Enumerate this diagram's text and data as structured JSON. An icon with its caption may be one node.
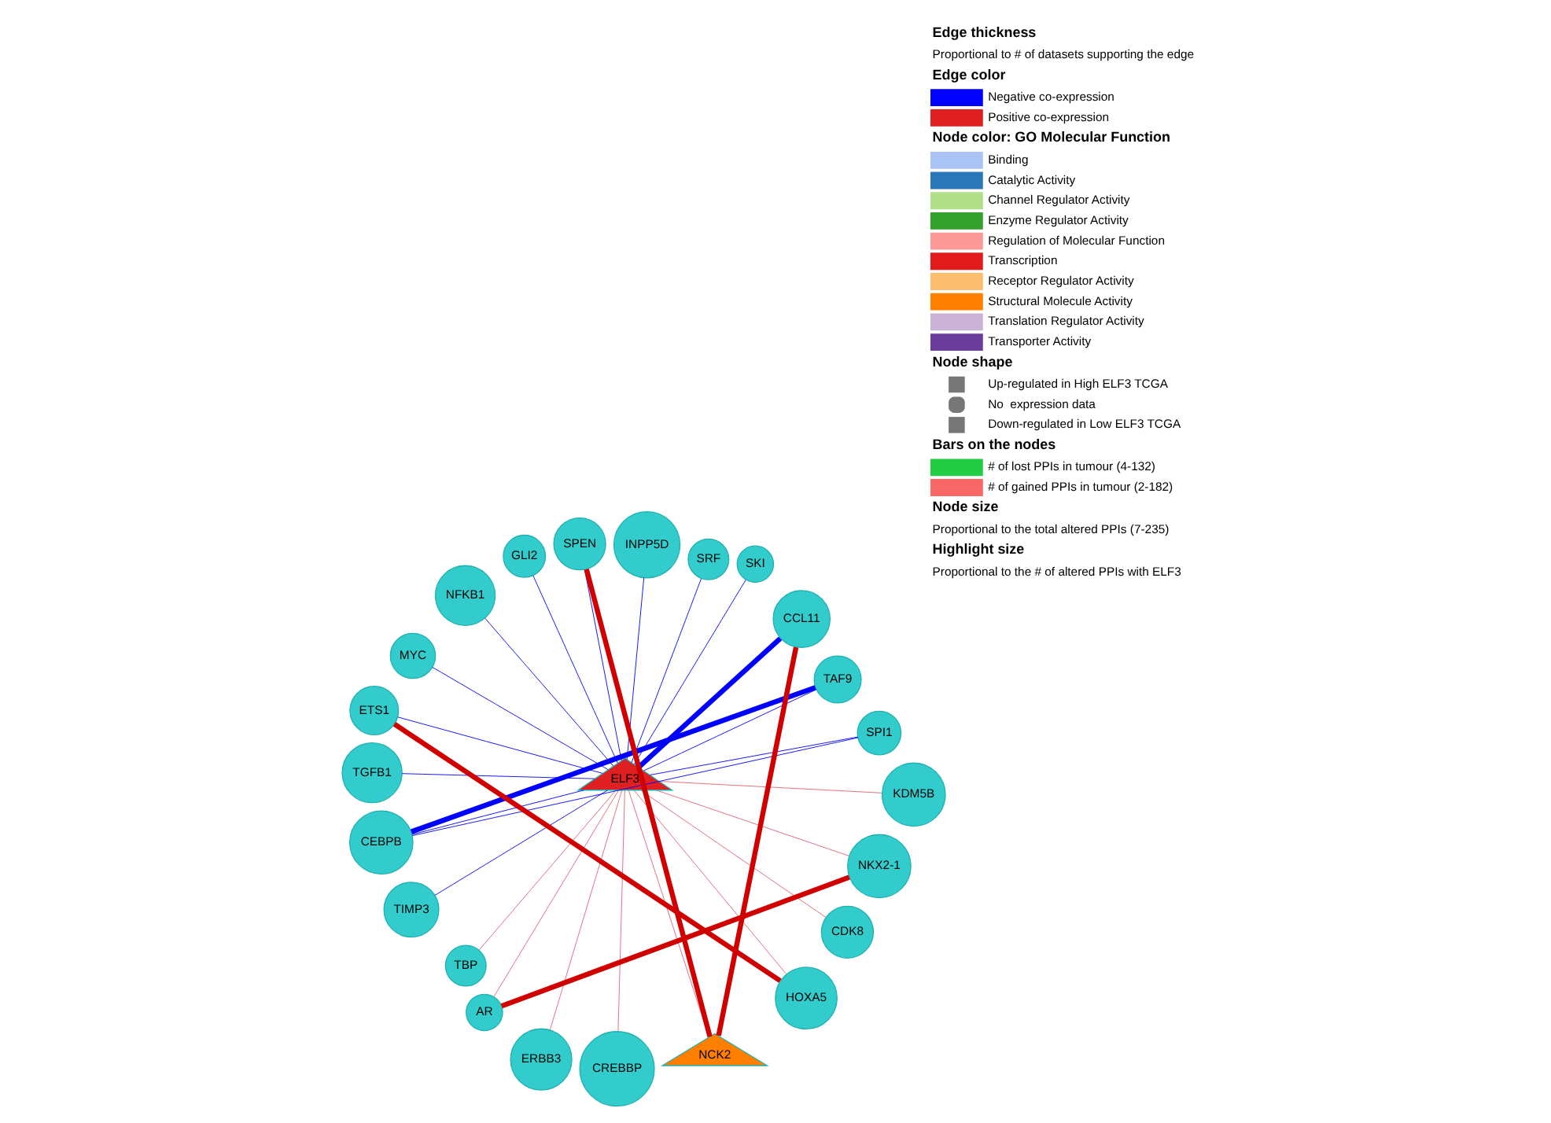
{
  "diagram": {
    "nodes": [
      {
        "text": [
          "ELF3"
        ]
      },
      {
        "text": [
          "SPI1"
        ]
      },
      {
        "text": [
          "TAF9"
        ]
      },
      {
        "text": [
          "CCL11"
        ]
      },
      {
        "text": [
          "SKI"
        ]
      },
      {
        "text": [
          "SRF"
        ]
      },
      {
        "text": [
          "INPP5D"
        ]
      },
      {
        "text": [
          "SPEN"
        ]
      },
      {
        "text": [
          "GLI2"
        ]
      },
      {
        "text": [
          "NFKB1"
        ]
      },
      {
        "text": [
          "MYC"
        ]
      },
      {
        "text": [
          "ETS1"
        ]
      },
      {
        "text": [
          "TGFB1"
        ]
      },
      {
        "text": [
          "CEBPB"
        ]
      },
      {
        "text": [
          "TIMP3"
        ]
      },
      {
        "text": [
          "TBP"
        ]
      },
      {
        "text": [
          "AR"
        ]
      },
      {
        "text": [
          "ERBB3"
        ]
      },
      {
        "text": [
          "CREBBP"
        ]
      },
      {
        "text": [
          "NCK2"
        ]
      },
      {
        "text": [
          "HOXA5"
        ]
      },
      {
        "text": [
          "CDK8"
        ]
      },
      {
        "text": [
          "NKX2-1"
        ]
      },
      {
        "text": [
          "KDM5B"
        ]
      }
    ],
    "edges": [
      {
        "from": 0,
        "to": 1,
        "arrow": "none",
        "color": "#0000ff"
      },
      {
        "from": 0,
        "to": 2,
        "arrow": "none",
        "color": "#0000ff"
      },
      {
        "from": 0,
        "to": 3,
        "arrow": "none",
        "color": "#0000ff",
        "style": "thick"
      },
      {
        "from": 0,
        "to": 4,
        "arrow": "none",
        "color": "#0000ff"
      },
      {
        "from": 0,
        "to": 5,
        "arrow": "none",
        "color": "#0000ff"
      },
      {
        "from": 0,
        "to": 6,
        "arrow": "none",
        "color": "#0000ff"
      },
      {
        "from": 0,
        "to": 7,
        "arrow": "none",
        "color": "#0000ff"
      },
      {
        "from": 0,
        "to": 8,
        "arrow": "none",
        "color": "#0000ff"
      },
      {
        "from": 0,
        "to": 9,
        "arrow": "none",
        "color": "#0000ff"
      },
      {
        "from": 0,
        "to": 10,
        "arrow": "none",
        "color": "#0000ff"
      },
      {
        "from": 0,
        "to": 11,
        "arrow": "none",
        "color": "#0000ff"
      },
      {
        "from": 0,
        "to": 12,
        "arrow": "none",
        "color": "#0000ff"
      },
      {
        "from": 0,
        "to": 13,
        "arrow": "none",
        "color": "#0000ff"
      },
      {
        "from": 0,
        "to": 14,
        "arrow": "none",
        "color": "#0000ff"
      },
      {
        "from": 0,
        "to": 15,
        "arrow": "none",
        "color": "#e06070"
      },
      {
        "from": 0,
        "to": 16,
        "arrow": "none",
        "color": "#e06070"
      },
      {
        "from": 0,
        "to": 17,
        "arrow": "none",
        "color": "#e06070"
      },
      {
        "from": 0,
        "to": 18,
        "arrow": "none",
        "color": "#e06070"
      },
      {
        "from": 0,
        "to": 19,
        "arrow": "none",
        "color": "#e06070"
      },
      {
        "from": 0,
        "to": 20,
        "arrow": "none",
        "color": "#e06070"
      },
      {
        "from": 0,
        "to": 21,
        "arrow": "none",
        "color": "#e06070"
      },
      {
        "from": 0,
        "to": 22,
        "arrow": "none",
        "color": "#e06070"
      },
      {
        "from": 0,
        "to": 23,
        "arrow": "none",
        "color": "#e06070"
      },
      {
        "from": 3,
        "to": 19,
        "arrow": "none",
        "color": "#d00000",
        "style": "thick"
      },
      {
        "from": 7,
        "to": 19,
        "arrow": "none",
        "color": "#d00000",
        "style": "thick"
      },
      {
        "from": 11,
        "to": 20,
        "arrow": "none",
        "color": "#d00000",
        "style": "thick"
      },
      {
        "from": 16,
        "to": 22,
        "arrow": "none",
        "color": "#d00000",
        "style": "thick"
      },
      {
        "from": 2,
        "to": 13,
        "arrow": "none",
        "color": "#0000ff",
        "style": "thick"
      },
      {
        "from": 1,
        "to": 13,
        "arrow": "none",
        "color": "#0000ff"
      }
    ],
    "labels": [
      "Edge thickness",
      "Proportional to # of datasets supporting the edge",
      "Edge color",
      "Node color: GO Molecular Function",
      "Node shape",
      "Bars on the nodes",
      "Node size",
      "Proportional to the total altered PPIs (7-235)",
      "Highlight size",
      "Proportional to the # of altered PPIs with ELF3"
    ],
    "legend": [
      {
        "text": "Negative co-expression",
        "color": "#0000ff"
      },
      {
        "text": "Positive co-expression",
        "color": "#e02020"
      },
      {
        "text": "Binding",
        "color": "#a9c4f5"
      },
      {
        "text": "Catalytic Activity",
        "color": "#2b78b8"
      },
      {
        "text": "Channel Regulator Activity",
        "color": "#b2df8a"
      },
      {
        "text": "Enzyme Regulator Activity",
        "color": "#33a02c"
      },
      {
        "text": "Regulation of Molecular Function",
        "color": "#fb9a99"
      },
      {
        "text": "Transcription",
        "color": "#e31a1c"
      },
      {
        "text": "Receptor Regulator Activity",
        "color": "#fdbf6f"
      },
      {
        "text": "Structural Molecule Activity",
        "color": "#ff7f00"
      },
      {
        "text": "Translation Regulator Activity",
        "color": "#cab2d6"
      },
      {
        "text": "Transporter Activity",
        "color": "#6a3d9a"
      },
      {
        "text": "Up-regulated in High ELF3 TCGA"
      },
      {
        "text": "No  expression data"
      },
      {
        "text": "Down-regulated in Low ELF3 TCGA"
      },
      {
        "text": "# of lost PPIs in tumour (4-132)",
        "color": "#22cc44"
      },
      {
        "text": "# of gained PPIs in tumour (2-182)",
        "color": "#f86868"
      }
    ]
  }
}
